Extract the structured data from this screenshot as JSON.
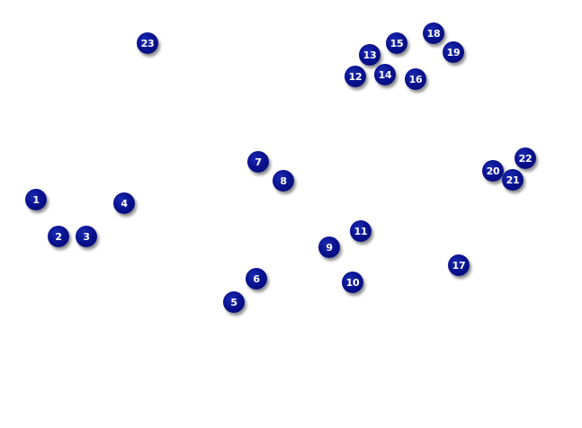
{
  "markers": [
    {
      "label": "1"
    },
    {
      "label": "2"
    },
    {
      "label": "3"
    },
    {
      "label": "4"
    },
    {
      "label": "5"
    },
    {
      "label": "6"
    },
    {
      "label": "7"
    },
    {
      "label": "8"
    },
    {
      "label": "9"
    },
    {
      "label": "10"
    },
    {
      "label": "11"
    },
    {
      "label": "12"
    },
    {
      "label": "13"
    },
    {
      "label": "14"
    },
    {
      "label": "15"
    },
    {
      "label": "16"
    },
    {
      "label": "17"
    },
    {
      "label": "18"
    },
    {
      "label": "19"
    },
    {
      "label": "20"
    },
    {
      "label": "21"
    },
    {
      "label": "22"
    },
    {
      "label": "23"
    }
  ]
}
